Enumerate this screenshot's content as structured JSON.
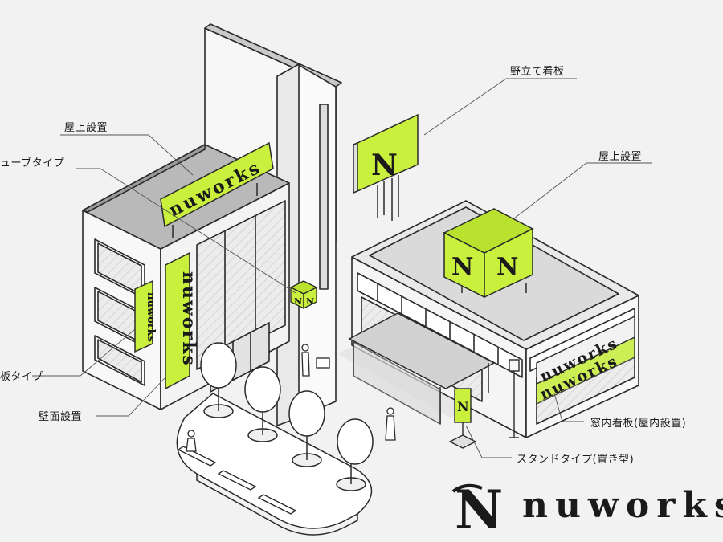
{
  "labels": {
    "rooftop_left": "屋上設置",
    "cube_type": "ューブタイプ",
    "board_type": "板タイプ",
    "wall_install": "壁面設置",
    "field_sign": "野立て看板",
    "rooftop_right": "屋上設置",
    "window_sign": "窓内看板(屋内設置)",
    "stand_type": "スタンドタイプ(置き型)"
  },
  "signage_text": "nuworks",
  "brand": {
    "name": "nuworks",
    "monogram": "N"
  },
  "colors": {
    "accent": "#c8f03c",
    "line": "#2a2a2a",
    "wall": "#f7f7f7",
    "roof": "#b9b9b9",
    "shade": "#d6d6d6",
    "glass": "#e4e4e4",
    "background": "#f2f2f2"
  }
}
